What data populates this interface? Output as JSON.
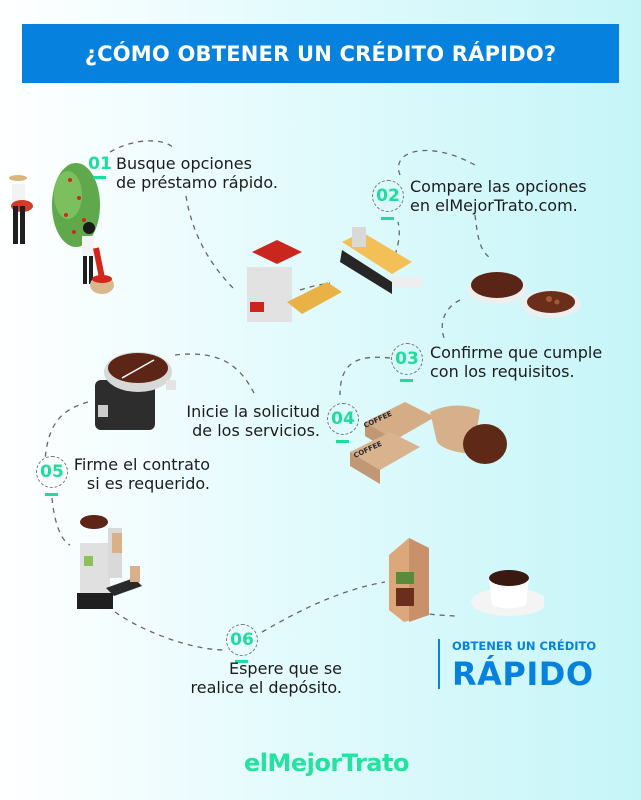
{
  "header": {
    "title": "¿CÓMO OBTENER UN CRÉDITO RÁPIDO?"
  },
  "steps": [
    {
      "number": "01",
      "line1": "Busque opciones",
      "line2": "de préstamo rápido.",
      "illustration": "coffee-harvest-workers"
    },
    {
      "number": "02",
      "line1": "Compare las opciones",
      "line2": "en elMejorTrato.com.",
      "illustration": "coffee-processing-machines"
    },
    {
      "number": "03",
      "line1": "Confirme que cumple",
      "line2": "con los requisitos.",
      "illustration": "ground-coffee-bowls"
    },
    {
      "number": "04",
      "line1": "Inicie la solicitud",
      "line2": "de los servicios.",
      "illustration": "coffee-sacks"
    },
    {
      "number": "05",
      "line1": "Firme el contrato",
      "line2": "si es requerido.",
      "illustration": "coffee-roaster"
    },
    {
      "number": "06",
      "line1": "Espere que se",
      "line2": "realice el depósito.",
      "illustration": "coffee-packaging-machine"
    }
  ],
  "final_illustration": "coffee-bag-and-cup",
  "cta": {
    "small": "OBTENER UN CRÉDITO",
    "big": "RÁPIDO"
  },
  "footer": {
    "logo": "elMejorTrato"
  },
  "colors": {
    "brand_blue": "#0682de",
    "accent_green": "#1fdc9b"
  }
}
